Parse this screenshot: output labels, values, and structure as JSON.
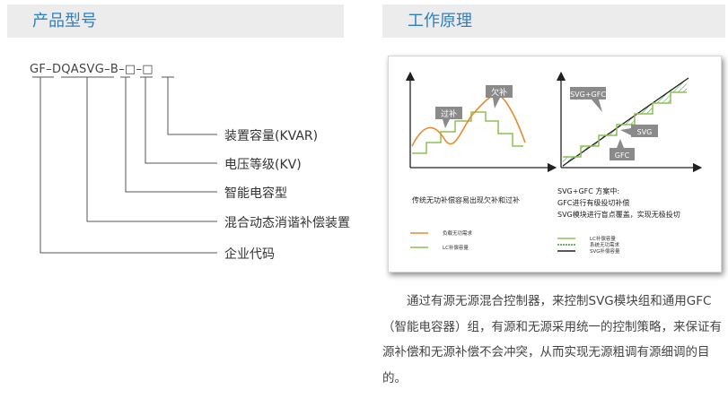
{
  "left": {
    "header": "产品型号",
    "model_code": "GF–DQASVG–B–□–□",
    "labels": [
      "装置容量(KVAR)",
      "电压等级(KV)",
      "智能电容型",
      "混合动态消谐补偿装置",
      "企业代码"
    ]
  },
  "right": {
    "header": "工作原理",
    "diagram": {
      "left_panel": {
        "callout_over": "过补",
        "callout_under": "欠补",
        "caption": "传统无功补偿容易出现欠补和过补",
        "legend": [
          "负载无功需求",
          "LC补偿容量"
        ]
      },
      "right_panel": {
        "callout_svg_gfc": "SVG+GFC",
        "callout_svg": "SVG",
        "callout_gfc": "GFC",
        "caption_lines": [
          "SVG+GFC 方案中:",
          "GFC进行有级投切补偿",
          "SVG模块进行盲点覆盖，实现无极投切"
        ],
        "legend": [
          "LC补偿容量",
          "系统无功需求",
          "SVG补偿容量"
        ]
      },
      "colors": {
        "demand": "#e98a2e",
        "lc": "#8cc152",
        "callout": "#8a8a8a",
        "hatch": "#3a9a3a"
      }
    },
    "paragraph": "通过有源无源混合控制器，来控制SVG模块组和通用GFC（智能电容器）组，有源和无源采用统一的控制策略，来保证有源补偿和无源补偿不会冲突，从而实现无源粗调有源细调的目的。"
  }
}
